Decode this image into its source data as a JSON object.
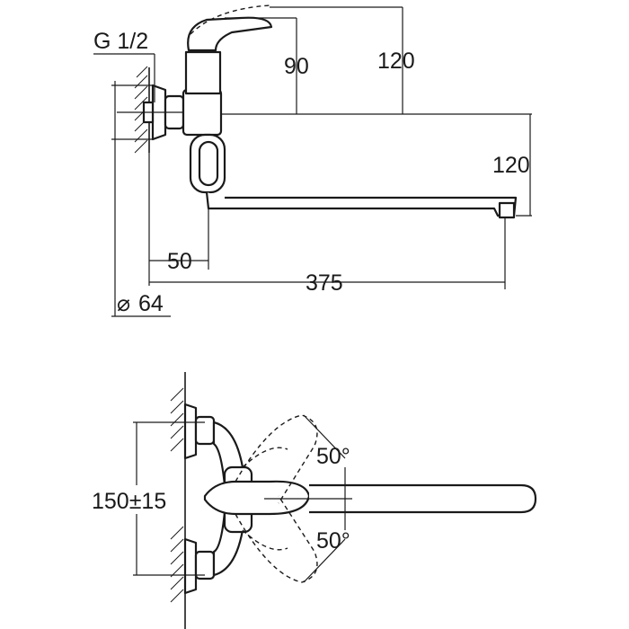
{
  "diagram": {
    "side_view": {
      "thread_label": "G 1/2",
      "height_lever_label": "90",
      "height_total_label": "120",
      "spout_drop_label": "120",
      "offset_label": "50",
      "spout_length_label": "375",
      "flange_diameter_label": "64",
      "diameter_symbol": "⌀"
    },
    "top_view": {
      "centers_label": "150±15",
      "angle_up_label": "50°",
      "angle_down_label": "50°"
    },
    "colors": {
      "line": "#1a1a1a",
      "background": "#ffffff"
    }
  }
}
